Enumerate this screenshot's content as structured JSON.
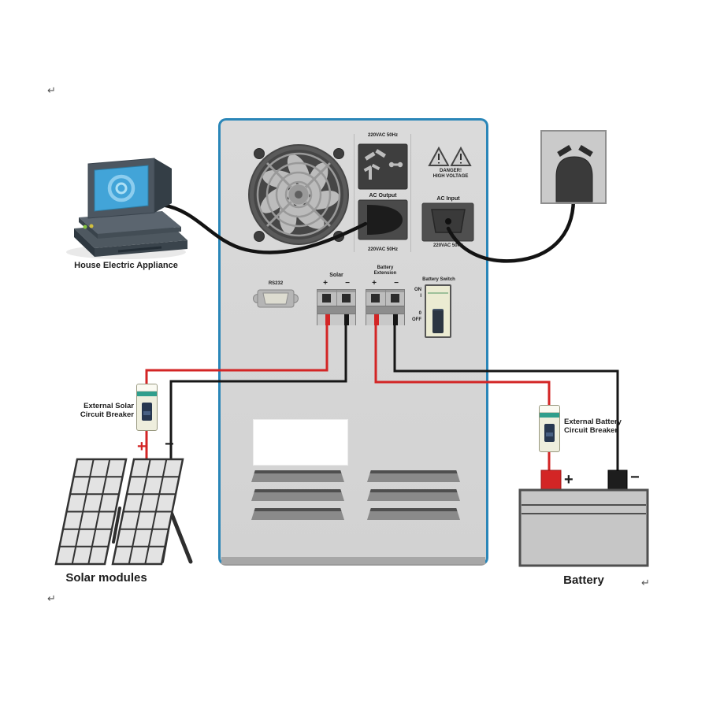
{
  "colors": {
    "wire_red": "#d32525",
    "wire_black": "#161616",
    "inverter_border_blue": "#2a86b8",
    "breaker_teal": "#2f9e8c"
  },
  "appliance": {
    "label": "House Electric Appliance"
  },
  "inverter": {
    "ac_output": {
      "voltage_top": "220VAC 50Hz",
      "label": "AC Output",
      "voltage_bottom": "220VAC 50Hz"
    },
    "warning": {
      "line1": "DANGER!",
      "line2": "HIGH VOLTAGE"
    },
    "ac_input": {
      "label": "AC Input",
      "voltage": "220VAC 50Hz"
    },
    "rs232_label": "RS232",
    "solar_terminal": {
      "label": "Solar",
      "plus": "+",
      "minus": "−"
    },
    "battery_terminal": {
      "label_line1": "Battery",
      "label_line2": "Extension",
      "plus": "+",
      "minus": "−"
    },
    "battery_switch": {
      "label": "Battery Switch",
      "on": "ON",
      "on_symbol": "I",
      "off_symbol": "0",
      "off": "OFF"
    }
  },
  "solar_breaker": {
    "label_line1": "External Solar",
    "label_line2": "Circuit Breaker"
  },
  "battery_breaker": {
    "label_line1": "External Battery",
    "label_line2": "Circuit Breaker"
  },
  "solar_modules": {
    "label": "Solar modules",
    "plus": "+",
    "minus": "−"
  },
  "battery": {
    "label": "Battery",
    "plus": "+",
    "minus": "−"
  },
  "marks": {
    "return_symbol": "↵"
  }
}
